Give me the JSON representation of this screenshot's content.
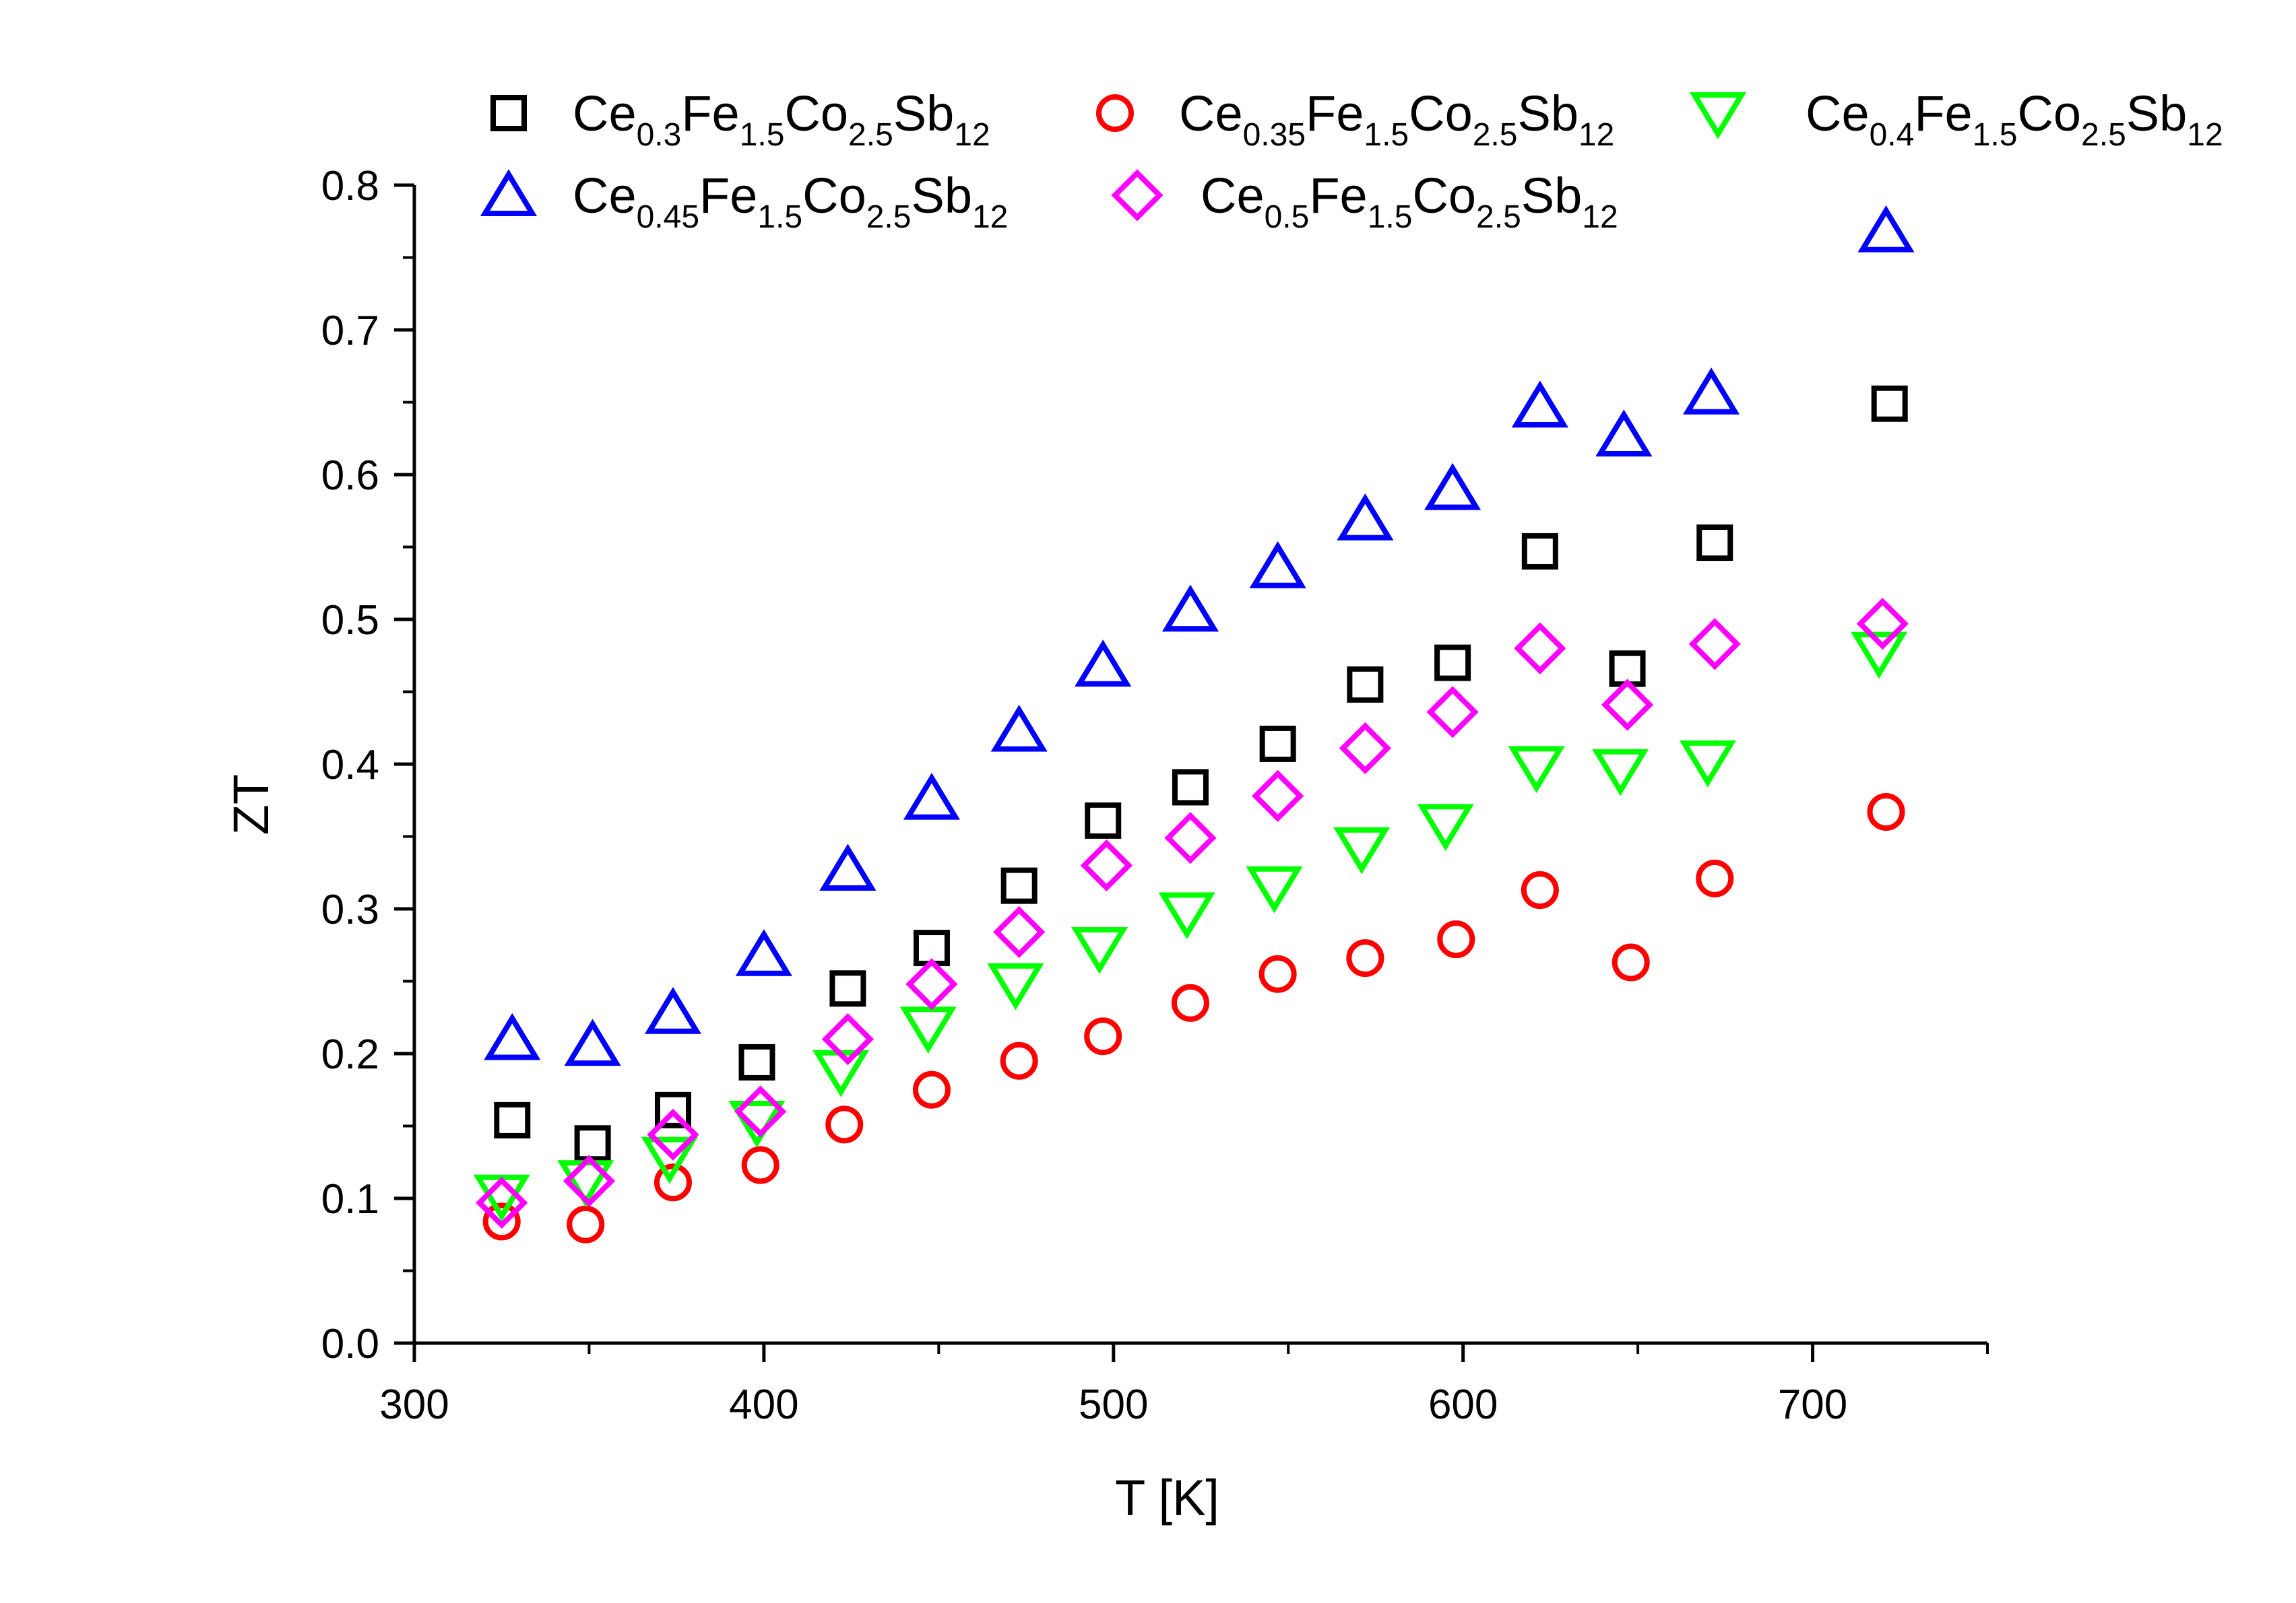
{
  "chart_data": {
    "type": "scatter",
    "title": "",
    "xlabel": "T [K]",
    "ylabel": "ZT",
    "xlim": [
      300,
      750
    ],
    "ylim": [
      0,
      0.8
    ],
    "x_ticks": [
      300,
      400,
      500,
      600,
      700
    ],
    "x_tick_labels": [
      "300",
      "400",
      "500",
      "600",
      "700"
    ],
    "y_ticks": [
      0,
      0.1,
      0.2,
      0.3,
      0.4,
      0.5,
      0.6,
      0.7,
      0.8
    ],
    "y_tick_labels": [
      "0.0",
      "0.1",
      "0.2",
      "0.3",
      "0.4",
      "0.5",
      "0.6",
      "0.7",
      "0.8"
    ],
    "grid": false,
    "legend_position": "top",
    "series": [
      {
        "name": "Ce0.3Fe1.5Co2.5Sb12",
        "name_parts": [
          [
            "Ce",
            ""
          ],
          [
            "0.3",
            "sub"
          ],
          [
            "Fe",
            ""
          ],
          [
            "1.5",
            "sub"
          ],
          [
            "Co",
            ""
          ],
          [
            "2.5",
            "sub"
          ],
          [
            "Sb",
            ""
          ],
          [
            "12",
            "sub"
          ]
        ],
        "marker": "square",
        "color": "#000000",
        "x": [
          328,
          351,
          374,
          398,
          424,
          448,
          473,
          497,
          522,
          547,
          572,
          597,
          622,
          647,
          672,
          722
        ],
        "y": [
          0.154,
          0.138,
          0.161,
          0.194,
          0.245,
          0.273,
          0.316,
          0.361,
          0.384,
          0.414,
          0.455,
          0.47,
          0.547,
          0.466,
          0.553,
          0.649
        ]
      },
      {
        "name": "Ce0.35Fe1.5Co2.5Sb12",
        "name_parts": [
          [
            "Ce",
            ""
          ],
          [
            "0.35",
            "sub"
          ],
          [
            "Fe",
            ""
          ],
          [
            "1.5",
            "sub"
          ],
          [
            "Co",
            ""
          ],
          [
            "2.5",
            "sub"
          ],
          [
            "Sb",
            ""
          ],
          [
            "12",
            "sub"
          ]
        ],
        "marker": "circle",
        "color": "#ff0000",
        "x": [
          325,
          349,
          374,
          399,
          423,
          448,
          473,
          497,
          522,
          547,
          572,
          598,
          622,
          648,
          672,
          721
        ],
        "y": [
          0.084,
          0.082,
          0.111,
          0.123,
          0.151,
          0.175,
          0.195,
          0.212,
          0.235,
          0.255,
          0.266,
          0.279,
          0.313,
          0.263,
          0.321,
          0.367
        ]
      },
      {
        "name": "Ce0.4Fe1.5Co2.5Sb12",
        "name_parts": [
          [
            "Ce",
            ""
          ],
          [
            "0.4",
            "sub"
          ],
          [
            "Fe",
            ""
          ],
          [
            "1.5",
            "sub"
          ],
          [
            "Co",
            ""
          ],
          [
            "2.5",
            "sub"
          ],
          [
            "Sb",
            ""
          ],
          [
            "12",
            "sub"
          ]
        ],
        "marker": "triangle-down",
        "color": "#00ff00",
        "x": [
          325,
          349,
          373,
          398,
          422,
          447,
          472,
          496,
          521,
          546,
          571,
          595,
          621,
          645,
          670,
          719
        ],
        "y": [
          0.102,
          0.112,
          0.128,
          0.153,
          0.188,
          0.218,
          0.248,
          0.273,
          0.297,
          0.315,
          0.342,
          0.358,
          0.398,
          0.396,
          0.402,
          0.477
        ]
      },
      {
        "name": "Ce0.45Fe1.5Co2.5Sb12",
        "name_parts": [
          [
            "Ce",
            ""
          ],
          [
            "0.45",
            "sub"
          ],
          [
            "Fe",
            ""
          ],
          [
            "1.5",
            "sub"
          ],
          [
            "Co",
            ""
          ],
          [
            "2.5",
            "sub"
          ],
          [
            "Sb",
            ""
          ],
          [
            "12",
            "sub"
          ]
        ],
        "marker": "triangle-up",
        "color": "#0000ff",
        "x": [
          328,
          351,
          374,
          400,
          424,
          448,
          473,
          497,
          522,
          547,
          572,
          597,
          622,
          646,
          671,
          721
        ],
        "y": [
          0.21,
          0.206,
          0.228,
          0.268,
          0.327,
          0.376,
          0.423,
          0.468,
          0.506,
          0.536,
          0.569,
          0.59,
          0.647,
          0.627,
          0.656,
          0.768
        ]
      },
      {
        "name": "Ce0.5Fe1.5Co2.5Sb12",
        "name_parts": [
          [
            "Ce",
            ""
          ],
          [
            "0.5",
            "sub"
          ],
          [
            "Fe",
            ""
          ],
          [
            "1.5",
            "sub"
          ],
          [
            "Co",
            ""
          ],
          [
            "2.5",
            "sub"
          ],
          [
            "Sb",
            ""
          ],
          [
            "12",
            "sub"
          ]
        ],
        "marker": "diamond",
        "color": "#ff00ff",
        "x": [
          325,
          350,
          374,
          399,
          424,
          448,
          473,
          498,
          522,
          547,
          572,
          597,
          622,
          647,
          672,
          720
        ],
        "y": [
          0.097,
          0.112,
          0.144,
          0.16,
          0.21,
          0.248,
          0.284,
          0.33,
          0.349,
          0.378,
          0.411,
          0.436,
          0.48,
          0.441,
          0.483,
          0.497
        ]
      }
    ]
  }
}
